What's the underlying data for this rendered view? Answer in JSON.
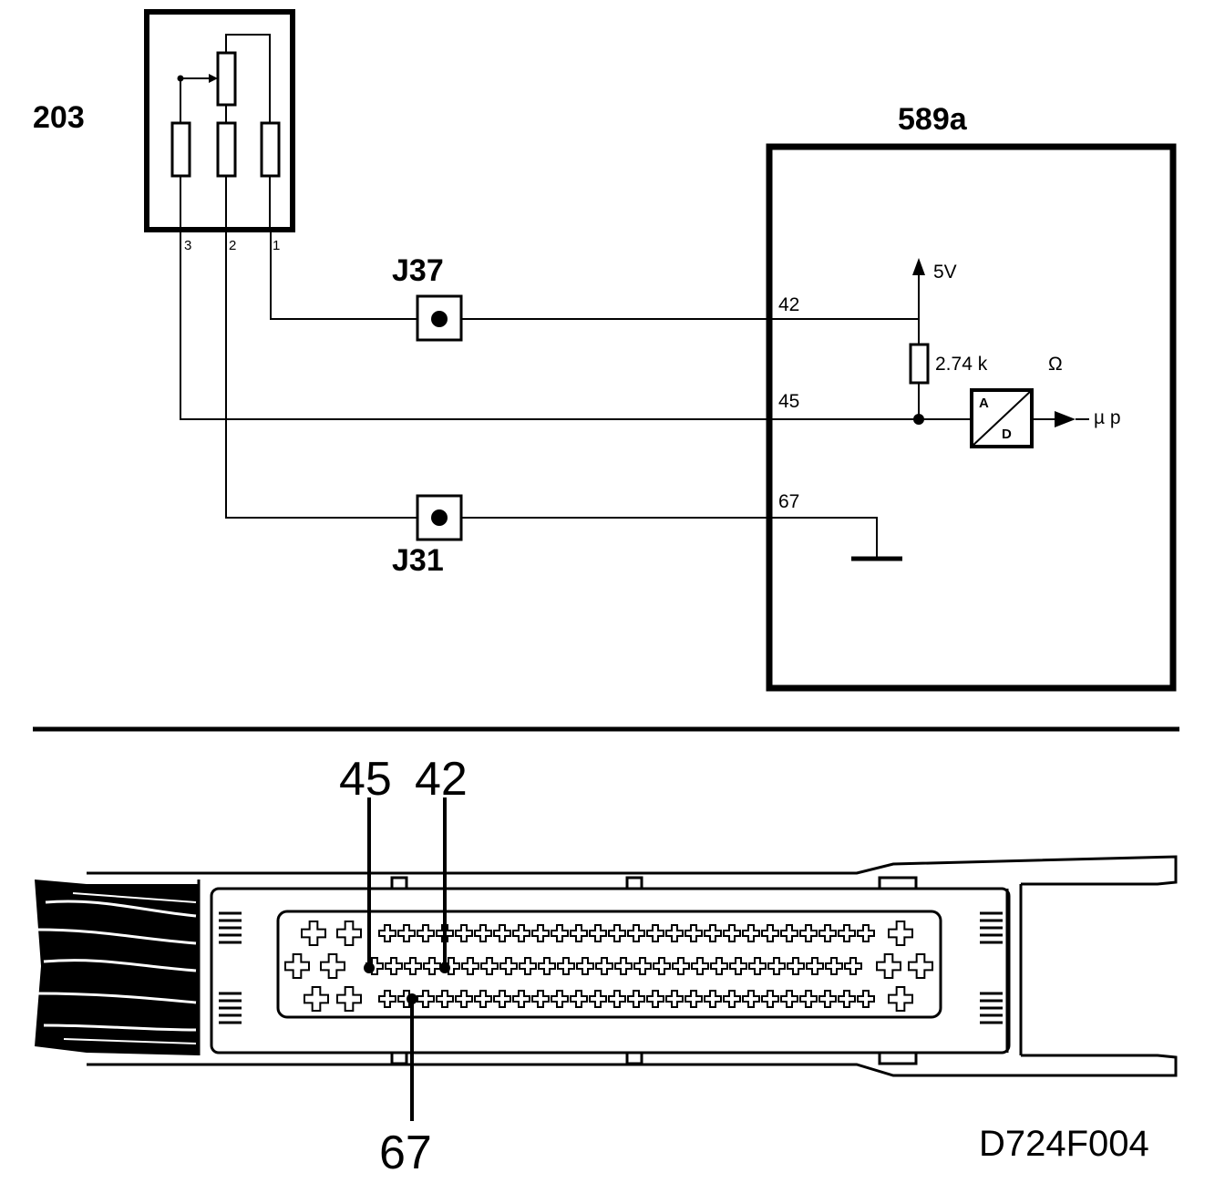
{
  "diagram": {
    "component_sensor": "203",
    "component_ecu": "589a",
    "sensor_pins": [
      "3",
      "2",
      "1"
    ],
    "junction_top": "J37",
    "junction_bottom": "J31",
    "ecu_pins": [
      "42",
      "45",
      "67"
    ],
    "supply_label": "5V",
    "resistor_label": "2.74 k",
    "ohm_symbol": "Ω",
    "adc_a": "A",
    "adc_d": "D",
    "output_label": "µ p",
    "connector_pins": [
      "45",
      "42",
      "67"
    ],
    "drawing_code": "D724F004"
  }
}
